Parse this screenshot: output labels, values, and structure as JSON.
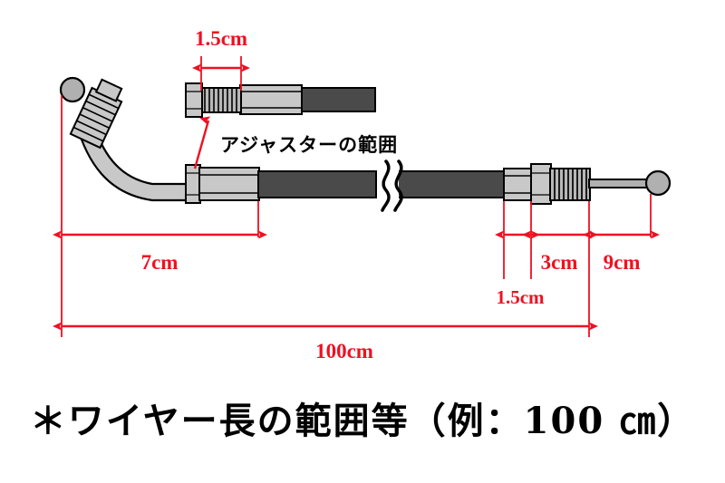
{
  "figure": {
    "title_caption": "＊ワイヤー長の範囲等（例：100 ㎝）",
    "annotation_adjuster": "アジャスターの範囲",
    "colors": {
      "dimension_red": "#ee1122",
      "outline_black": "#000000",
      "metal_light": "#c8c8c8",
      "metal_mid": "#b0b0b0",
      "casing_dark": "#4a4a4a",
      "background": "#ffffff"
    }
  },
  "dimensions": {
    "detail_thread": "1.5cm",
    "left_end": "7cm",
    "right_collar": "1.5cm",
    "right_thread": "3cm",
    "right_tip": "9cm",
    "total_length": "100cm"
  },
  "chart_data": {
    "type": "diagram",
    "title": "＊ワイヤー長の範囲等（例：100 ㎝）",
    "measurements": [
      {
        "label": "1.5cm",
        "value": 1.5,
        "unit": "cm",
        "part": "adjuster-thread-detail"
      },
      {
        "label": "7cm",
        "value": 7,
        "unit": "cm",
        "part": "left-elbow-to-adjuster"
      },
      {
        "label": "1.5cm",
        "value": 1.5,
        "unit": "cm",
        "part": "right-collar"
      },
      {
        "label": "3cm",
        "value": 3,
        "unit": "cm",
        "part": "right-thread"
      },
      {
        "label": "9cm",
        "value": 9,
        "unit": "cm",
        "part": "right-inner-wire-tip"
      },
      {
        "label": "100cm",
        "value": 100,
        "unit": "cm",
        "part": "overall-wire-length"
      }
    ],
    "annotations": [
      "アジャスターの範囲"
    ]
  }
}
